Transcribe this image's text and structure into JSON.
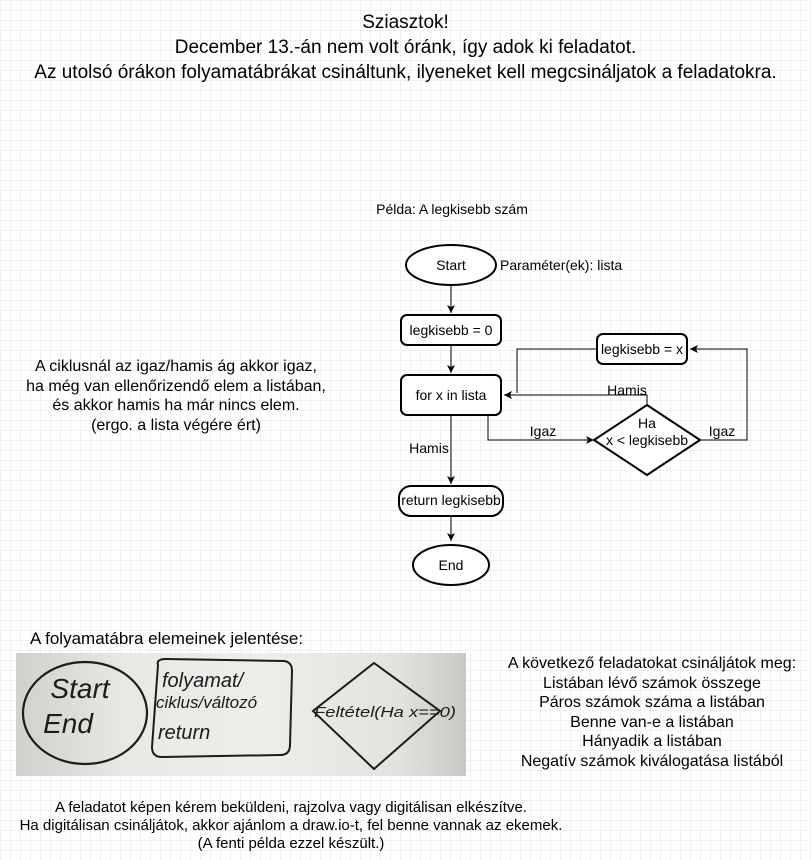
{
  "header": {
    "line1": "Sziasztok!",
    "line2": "December 13.-án nem volt óránk, így adok ki feladatot.",
    "line3": "Az utolsó órákon folyamatábrákat csináltunk, ilyeneket kell megcsináljatok a feladatokra."
  },
  "example_title": "Példa: A legkisebb szám",
  "flowchart": {
    "start": "Start",
    "params": "Paraméter(ek): lista",
    "init": "legkisebb = 0",
    "loop": "for x in lista",
    "assign": "legkisebb = x",
    "cond_line1": "Ha",
    "cond_line2": "x < legkisebb",
    "label_hamis_top": "Hamis",
    "label_igaz_left": "Igaz",
    "label_igaz_right": "Igaz",
    "label_hamis_down": "Hamis",
    "return": "return legkisebb",
    "end": "End"
  },
  "loop_note": {
    "line1": "A ciklusnál az igaz/hamis ág akkor igaz,",
    "line2": "ha még van ellenőrizendő elem a listában,",
    "line3": "és akkor hamis ha már nincs elem.",
    "line4": "(ergo. a lista végére ért)"
  },
  "legend": {
    "title": "A folyamatábra elemeinek jelentése:",
    "start_end_1": "Start",
    "start_end_2": "End",
    "process_1": "folyamat/",
    "process_2": "ciklus/változó",
    "process_3": "return",
    "condition": "Feltétel(Ha x==0)"
  },
  "tasks": {
    "title": "A következő feladatokat csináljátok meg:",
    "items": [
      "Listában lévő számok összege",
      "Páros számok száma a listában",
      "Benne van-e a listában",
      "Hányadik a listában",
      "Negatív számok kiválogatása listából"
    ]
  },
  "footer": {
    "line1": "A feladatot képen kérem beküldeni, rajzolva vagy digitálisan elkészítve.",
    "line2": "Ha digitálisan csináljátok, akkor ajánlom a draw.io-t, fel benne vannak az ekemek.",
    "line3": "(A fenti példa ezzel készült.)"
  }
}
